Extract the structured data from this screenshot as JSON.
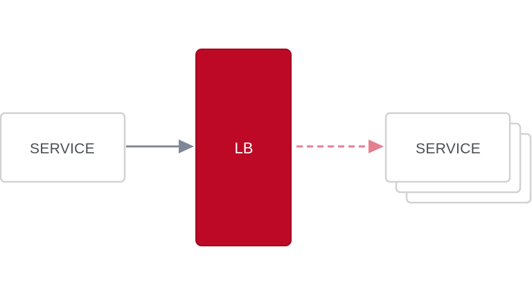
{
  "nodes": {
    "source_service": {
      "label": "SERVICE"
    },
    "load_balancer": {
      "label": "LB"
    },
    "target_service": {
      "label": "SERVICE",
      "stacked_copies": 3
    }
  },
  "edges": [
    {
      "from": "source_service",
      "to": "load_balancer",
      "style": "solid"
    },
    {
      "from": "load_balancer",
      "to": "target_service",
      "style": "dashed"
    }
  ],
  "colors": {
    "lb_fill": "#bd0926",
    "lb_border": "#a30520",
    "box_border": "#d2d2d2",
    "box_fill": "#ffffff",
    "label_text": "#4b4f57",
    "lb_text": "#ffffff",
    "solid_arrow": "#7f8899",
    "dashed_arrow": "#e57f8f"
  }
}
